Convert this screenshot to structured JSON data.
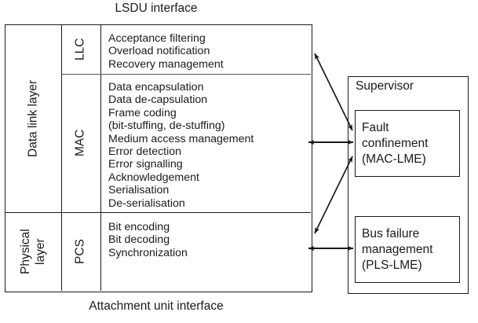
{
  "diagram": {
    "top_caption": "LSDU interface",
    "bottom_caption": "Attachment unit interface",
    "layers": [
      {
        "layer_name": "Data link layer",
        "sublayers": [
          {
            "name": "LLC",
            "services": [
              "Acceptance filtering",
              "Overload notification",
              "Recovery management"
            ]
          },
          {
            "name": "MAC",
            "services": [
              "Data encapsulation",
              "Data de-capsulation",
              "Frame coding",
              "(bit-stuffing, de-stuffing)",
              "Medium access management",
              "Error detection",
              "Error signalling",
              "Acknowledgement",
              "Serialisation",
              "De-serialisation"
            ]
          }
        ]
      },
      {
        "layer_name": "Physical\nlayer",
        "sublayers": [
          {
            "name": "PCS",
            "services": [
              "Bit encoding",
              "Bit decoding",
              "Synchronization"
            ]
          }
        ]
      }
    ],
    "supervisor": {
      "title": "Supervisor",
      "entities": [
        {
          "label": "Fault\nconfinement\n(MAC-LME)"
        },
        {
          "label": "Bus failure\nmanagement\n(PLS-LME)"
        }
      ]
    },
    "colors": {
      "line": "#1a1a1a",
      "inner_line": "#555555",
      "background": "#ffffff"
    }
  }
}
